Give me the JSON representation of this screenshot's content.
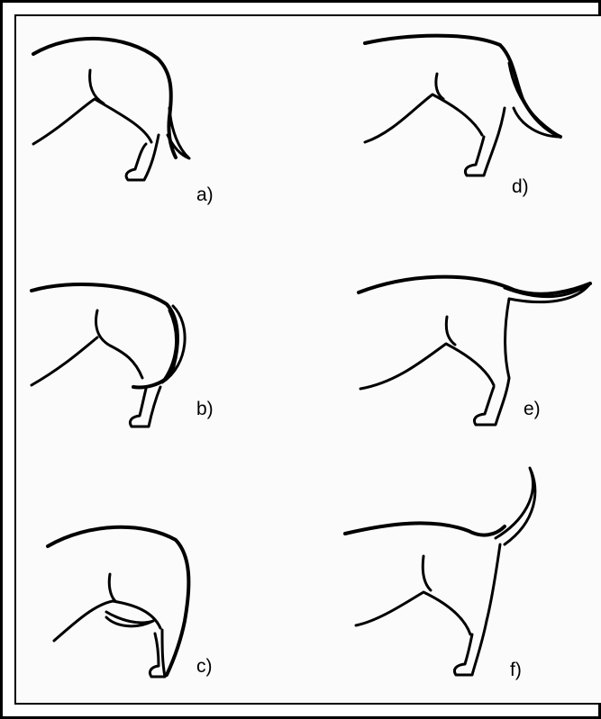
{
  "figure": {
    "panels": [
      {
        "id": "a",
        "label": "a)",
        "tail": "hanging-down"
      },
      {
        "id": "b",
        "label": "b)",
        "tail": "tucked-between-legs"
      },
      {
        "id": "c",
        "label": "c)",
        "tail": "tucked-under-belly"
      },
      {
        "id": "d",
        "label": "d)",
        "tail": "relaxed-low"
      },
      {
        "id": "e",
        "label": "e)",
        "tail": "horizontal"
      },
      {
        "id": "f",
        "label": "f)",
        "tail": "raised-upright"
      }
    ],
    "colors": {
      "line": "#000000",
      "background": "#ffffff"
    }
  }
}
